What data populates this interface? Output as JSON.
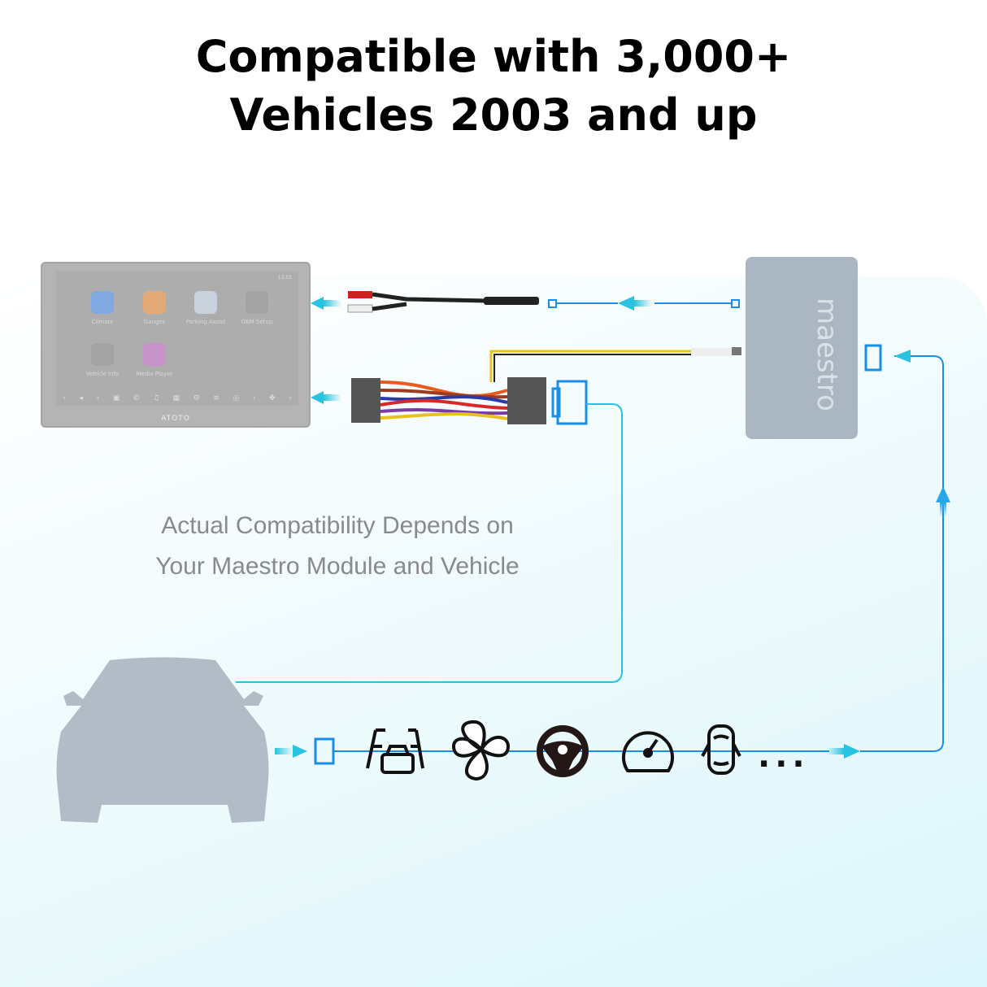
{
  "title": {
    "line1": "Compatible with 3,000+",
    "line2": "Vehicles 2003 and up"
  },
  "note": {
    "line1": "Actual Compatibility Depends on",
    "line2": "Your Maestro Module and Vehicle"
  },
  "head_unit": {
    "brand": "ATOTO",
    "time": "13:55",
    "apps": [
      {
        "label": "Climate",
        "color": "#7fa9e0"
      },
      {
        "label": "Gauges",
        "color": "#e2a977"
      },
      {
        "label": "Parking Assist",
        "color": "#c9d2dc"
      },
      {
        "label": "OEM Setup",
        "color": "#a3a3a3"
      },
      {
        "label": "Vehicle Info",
        "color": "#a3a3a3"
      },
      {
        "label": "Media Player",
        "color": "#c793c9"
      }
    ]
  },
  "module": {
    "label": "maestro"
  },
  "feature_icons": [
    "lane-assist-icon",
    "fan-icon",
    "steering-wheel-icon",
    "speedometer-icon",
    "car-doors-icon"
  ],
  "more": "...",
  "colors": {
    "line": "#1a8ee6",
    "cyan": "#28c3e0",
    "module": "#aab6c2",
    "car": "#b2bcc6"
  }
}
